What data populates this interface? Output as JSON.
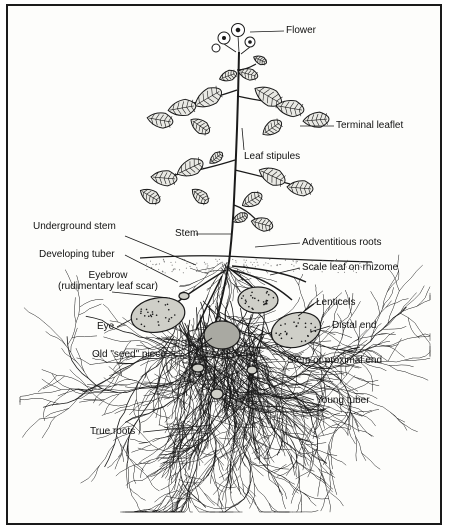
{
  "labels": {
    "flower": "Flower",
    "terminal_leaflet": "Terminal leaflet",
    "leaf_stipules": "Leaf stipules",
    "stem": "Stem",
    "underground_stem": "Underground stem",
    "adventitious_roots": "Adventitious roots",
    "developing_tuber": "Developing tuber",
    "scale_leaf": "Scale leaf on rhizome",
    "eyebrow_line1": "Eyebrow",
    "eyebrow_line2": "(rudimentary leaf scar)",
    "lenticels": "Lenticels",
    "eye": "Eye",
    "distal_end": "Distal end",
    "old_seed_piece": "Old \"seed\" piece",
    "stem_proximal_end": "Stem or proximal end",
    "young_tuber": "Young tuber",
    "true_roots": "True roots"
  },
  "colors": {
    "ink": "#1a1a1a",
    "leaf_fill": "#e9e9e4",
    "tuber_fill": "#cfcfc8",
    "soil_dots": "#777777"
  }
}
